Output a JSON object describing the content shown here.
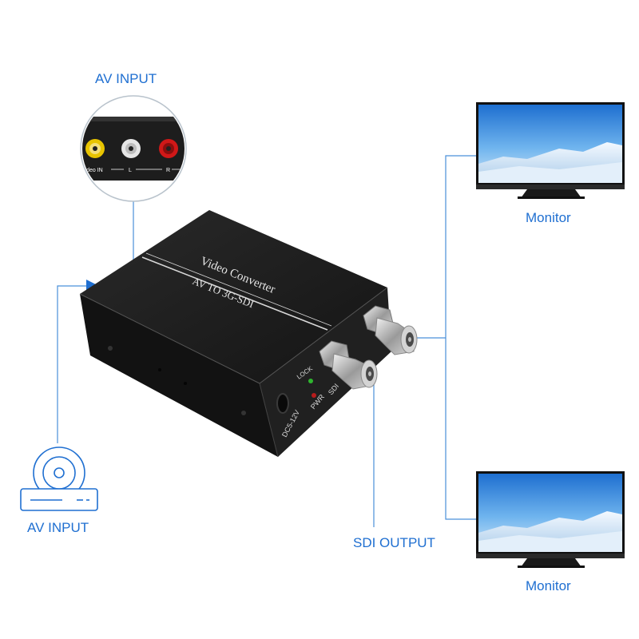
{
  "labels": {
    "av_input_top": "AV INPUT",
    "av_input_bottom": "AV INPUT",
    "sdi_output": "SDI OUTPUT",
    "monitor_top": "Monitor",
    "monitor_bottom": "Monitor"
  },
  "device": {
    "title": "Video Converter",
    "subtitle": "AV TO 3G-SDI",
    "led_lock": "LOCK",
    "led_pwr": "PWR",
    "sdi_port_label": "SDI",
    "power_label": "DC5-12V"
  },
  "rca_panel": {
    "video_label": "Video IN",
    "left_label": "L",
    "right_label": "R"
  },
  "colors": {
    "accent_line": "#4a90d9",
    "label_text": "#1f6fd1",
    "device_body": "#1b1b1b",
    "rca_video": "#e8c400",
    "rca_left": "#e6e6e6",
    "rca_right": "#d01818"
  }
}
